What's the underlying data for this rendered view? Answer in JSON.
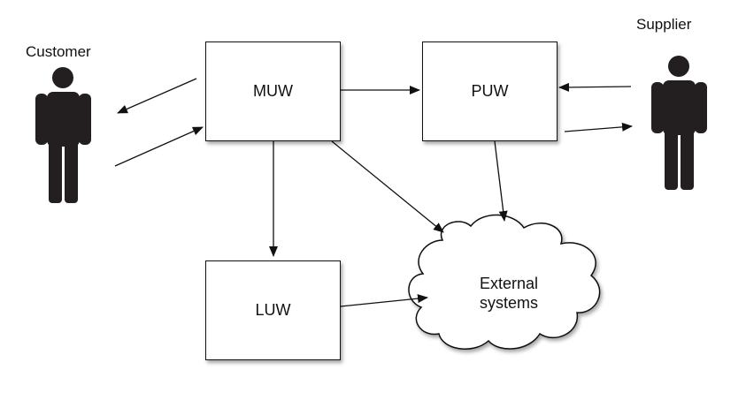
{
  "actors": {
    "customer": {
      "label": "Customer",
      "icon": "person-icon"
    },
    "supplier": {
      "label": "Supplier",
      "icon": "person-icon"
    }
  },
  "boxes": {
    "muw": {
      "label": "MUW"
    },
    "puw": {
      "label": "PUW"
    },
    "luw": {
      "label": "LUW"
    }
  },
  "cloud": {
    "line1": "External",
    "line2": "systems"
  },
  "edges": [
    {
      "from": "muw",
      "to": "customer"
    },
    {
      "from": "customer",
      "to": "muw"
    },
    {
      "from": "muw",
      "to": "puw"
    },
    {
      "from": "supplier",
      "to": "puw"
    },
    {
      "from": "puw",
      "to": "supplier"
    },
    {
      "from": "muw",
      "to": "luw"
    },
    {
      "from": "muw",
      "to": "external-systems"
    },
    {
      "from": "puw",
      "to": "external-systems"
    },
    {
      "from": "luw",
      "to": "external-systems"
    }
  ],
  "colors": {
    "stroke": "#111111",
    "figure": "#231f20",
    "background": "#ffffff"
  }
}
